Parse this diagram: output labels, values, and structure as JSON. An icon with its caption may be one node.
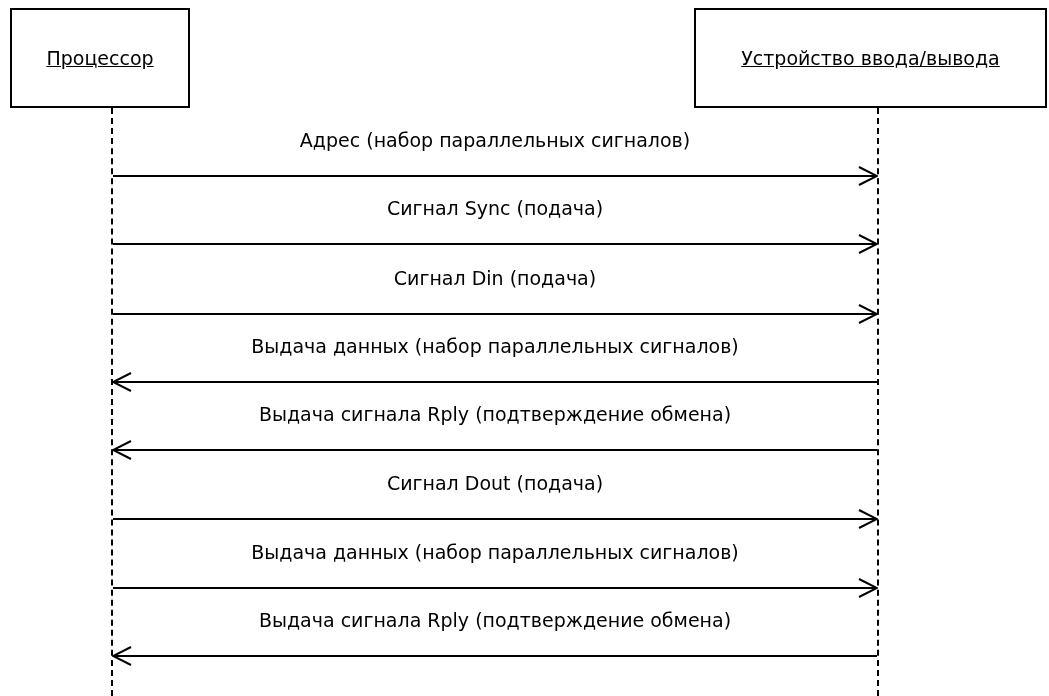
{
  "diagram": {
    "nodes": [
      {
        "text": [
          "Процессор"
        ]
      },
      {
        "text": [
          "Устройство ввода/вывода"
        ]
      },
      {
        "text": [],
        "shape": "line"
      },
      {
        "text": [],
        "shape": "line"
      }
    ],
    "edges": [
      {
        "from": 2,
        "to": 3,
        "arrow": "to",
        "label": "Адрес (набор параллельных сигналов)"
      },
      {
        "from": 2,
        "to": 3,
        "arrow": "to",
        "label": "Сигнал Sync (подача)"
      },
      {
        "from": 2,
        "to": 3,
        "arrow": "to",
        "label": "Сигнал Din (подача)"
      },
      {
        "from": 3,
        "to": 2,
        "arrow": "to",
        "label": "Выдача данных (набор параллельных сигналов)"
      },
      {
        "from": 3,
        "to": 2,
        "arrow": "to",
        "label": "Выдача сигнала Rply (подтверждение обмена)"
      },
      {
        "from": 2,
        "to": 3,
        "arrow": "to",
        "label": "Сигнал Dout (подача)"
      },
      {
        "from": 2,
        "to": 3,
        "arrow": "to",
        "label": "Выдача данных (набор параллельных сигналов)"
      },
      {
        "from": 3,
        "to": 2,
        "arrow": "to",
        "label": "Выдача сигнала Rply (подтверждение обмена)"
      }
    ]
  }
}
